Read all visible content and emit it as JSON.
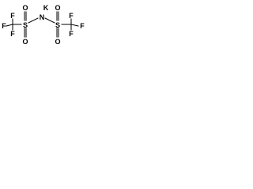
{
  "molecule": {
    "atoms": {
      "potassium": "K",
      "nitrogen": "N",
      "sulfur_left": "S",
      "sulfur_right": "S",
      "oxygen_left_top": "O",
      "oxygen_left_bottom": "O",
      "oxygen_right_top": "O",
      "oxygen_right_bottom": "O",
      "fluorine_left_top": "F",
      "fluorine_left_side": "F",
      "fluorine_left_bottom": "F",
      "fluorine_right_top": "F",
      "fluorine_right_side": "F",
      "fluorine_right_bottom": "F"
    }
  }
}
